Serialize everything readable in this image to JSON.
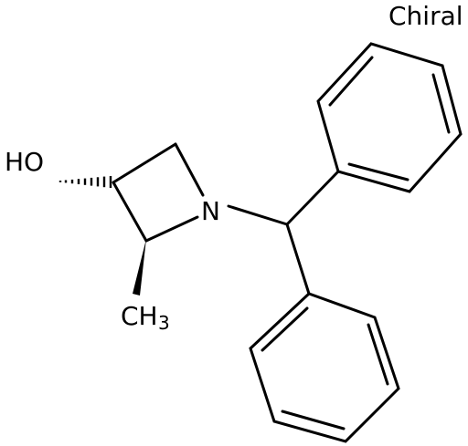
{
  "molecule": {
    "stereo_flag": "Chiral",
    "atoms": {
      "hydroxyl": "HO",
      "nitrogen": "N",
      "methyl_main": "CH",
      "methyl_sub": "3"
    },
    "features": {
      "ring": "azetidine",
      "substituent": "diphenylmethyl",
      "stereo_bonds": [
        "hashed-wedge",
        "solid-wedge"
      ]
    }
  }
}
